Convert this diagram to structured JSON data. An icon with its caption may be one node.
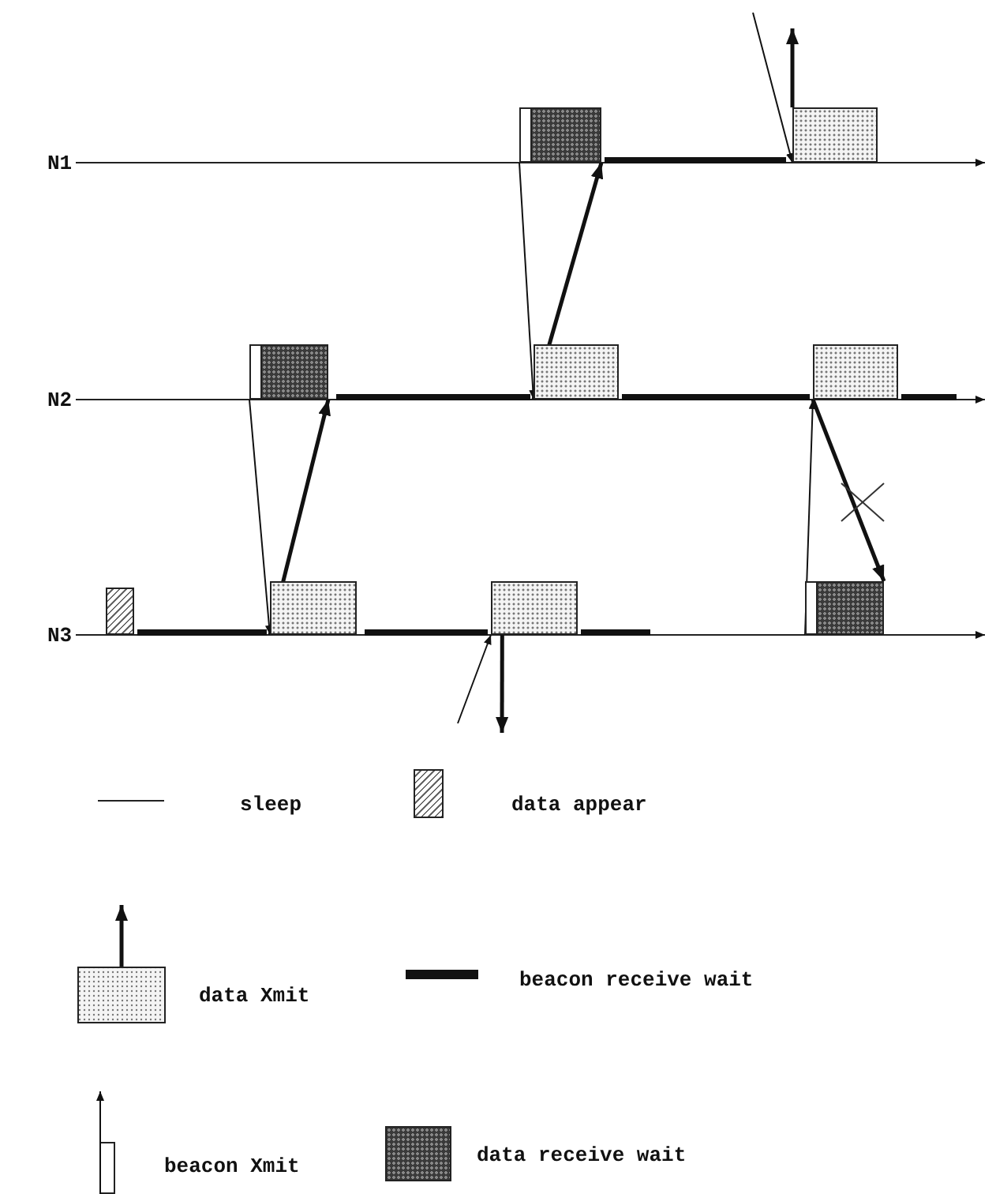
{
  "diagram": {
    "nodes": [
      {
        "text": [],
        "shape": "box"
      },
      {
        "text": [],
        "shape": "box"
      },
      {
        "text": [],
        "shape": "box"
      },
      {
        "text": [],
        "shape": "box"
      },
      {
        "text": [],
        "shape": "box"
      },
      {
        "text": [],
        "shape": "box"
      },
      {
        "text": [],
        "shape": "box"
      },
      {
        "text": [],
        "shape": "box"
      },
      {
        "text": [],
        "shape": "box"
      },
      {
        "text": [],
        "shape": "box"
      },
      {
        "text": [],
        "shape": "box"
      },
      {
        "text": [],
        "shape": "box"
      }
    ],
    "edges": [
      {
        "from": 0,
        "to": 5,
        "arrow": "to"
      },
      {
        "from": 5,
        "to": 1,
        "arrow": "to",
        "style": "thick"
      },
      {
        "from": 3,
        "to": 8,
        "arrow": "to"
      },
      {
        "from": 8,
        "to": 4,
        "arrow": "to",
        "style": "thick"
      },
      {
        "from": 10,
        "to": 6,
        "arrow": "to"
      },
      {
        "from": 6,
        "to": 11,
        "arrow": "to",
        "style": "thick"
      },
      {
        "from": null,
        "to": 2,
        "arrow": "to"
      },
      {
        "from": 2,
        "to": null,
        "arrow": "to",
        "style": "thick"
      },
      {
        "from": null,
        "to": 9,
        "arrow": "to"
      },
      {
        "from": 9,
        "to": null,
        "arrow": "to",
        "style": "thick"
      }
    ],
    "labels": [
      "N1",
      "N2",
      "N3"
    ],
    "legend": [
      {
        "text": "sleep"
      },
      {
        "text": "data appear"
      },
      {
        "text": "data Xmit"
      },
      {
        "text": "beacon receive wait"
      },
      {
        "text": "beacon Xmit"
      },
      {
        "text": "data receive wait"
      }
    ]
  }
}
